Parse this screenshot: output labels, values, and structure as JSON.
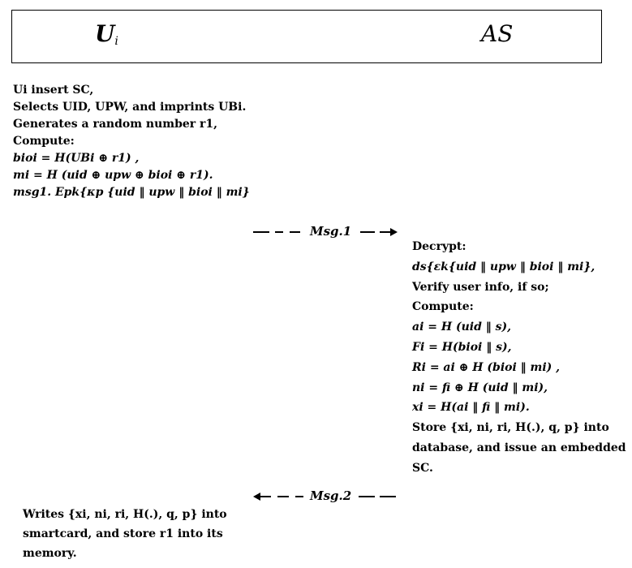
{
  "header": {
    "party_left": "U",
    "party_left_sub": "i",
    "party_right": "AS"
  },
  "left_steps": [
    "Ui insert SC,",
    "Selects UID, UPW, and imprints UBi.",
    "Generates a random number r1,",
    "Compute:",
    "bioi = H(UBi ⊕ r1) ,",
    "mi = H (uid ⊕ upw ⊕ bioi ⊕ r1).",
    "msg1. Epk{κp {uid ‖ upw ‖ bioi ‖ mi}"
  ],
  "messages": {
    "msg1_label": "Msg.1",
    "msg2_label": "Msg.2"
  },
  "right_steps": [
    "Decrypt:",
    "ds{εk{uid ‖ upw ‖ bioi ‖ mi},",
    "Verify user info, if so;",
    "Compute:",
    "ai = H (uid ‖ s),",
    "Fi = H(bioi ‖ s),",
    "Ri = ai ⊕ H (bioi ‖ mi) ,",
    "ni = fi ⊕ H (uid ‖ mi),",
    "xi = H(ai ‖ fi ‖ mi).",
    "Store {xi, ni, ri, H(.), q, p} into",
    "database, and issue an embedded",
    "SC."
  ],
  "footer_steps": [
    "Writes {xi, ni, ri, H(.), q, p} into",
    "smartcard, and store r1 into its",
    "memory."
  ]
}
